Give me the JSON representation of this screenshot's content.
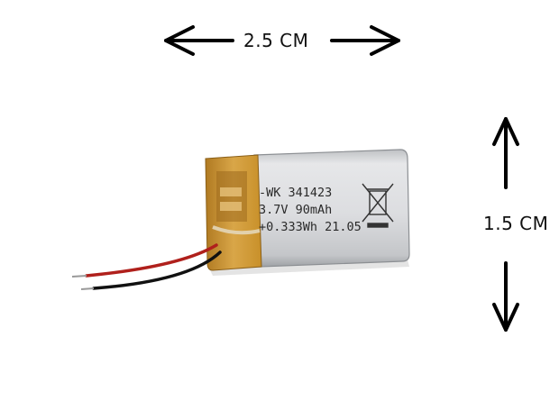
{
  "dimensions": {
    "width_label": "2.5 CM",
    "height_label": "1.5 CM"
  },
  "battery": {
    "print_lines": [
      "-WK 341423",
      "3.7V  90mAh",
      "+0.333Wh 21.05"
    ]
  },
  "colors": {
    "arrow": "#000000",
    "cell_body": "#d9dadc",
    "kapton_tape": "#c8902a",
    "wire_red": "#b0201c",
    "wire_black": "#111111"
  },
  "icons": [
    "arrow-left-icon",
    "arrow-right-icon",
    "arrow-up-icon",
    "arrow-down-icon",
    "weee-bin-icon"
  ]
}
